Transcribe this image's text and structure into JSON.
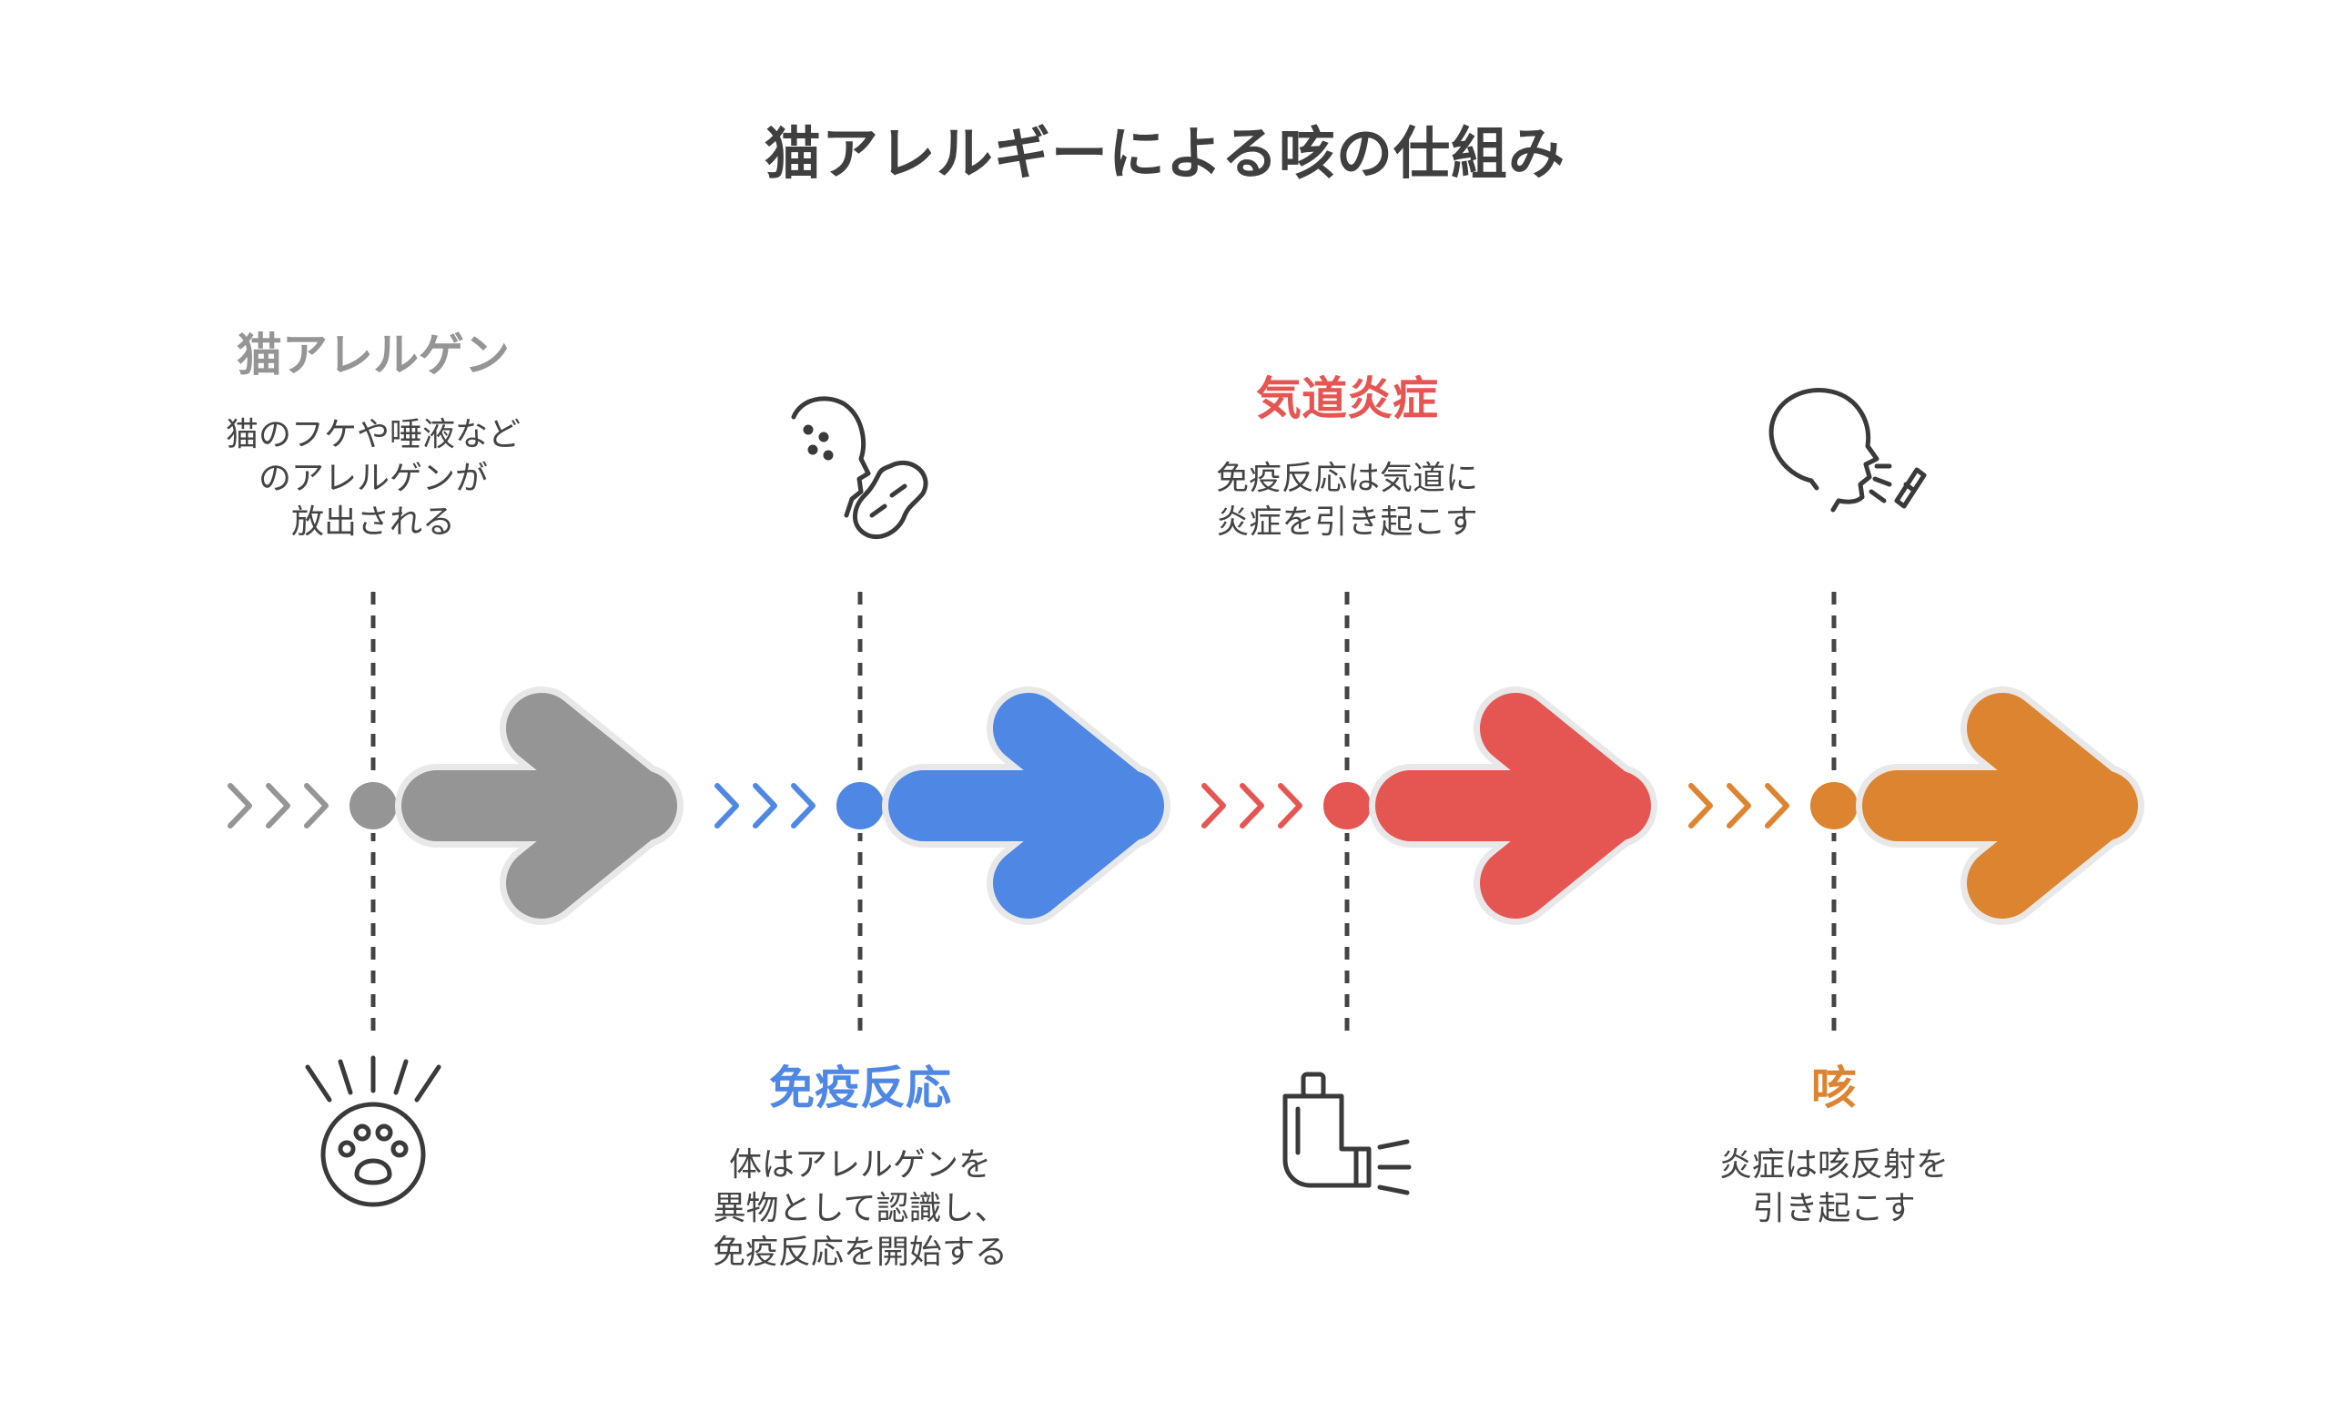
{
  "title": "猫アレルギーによる咳の仕組み",
  "steps": [
    {
      "title": "猫アレルゲン",
      "description": "猫のフケや唾液など\nのアレルゲンが\n放出される",
      "color": "#959595",
      "icon": "paw-burst-icon",
      "text_position": "top"
    },
    {
      "title": "免疫反応",
      "description": "体はアレルゲンを\n異物として認識し、\n免疫反応を開始する",
      "color": "#4e88e4",
      "icon": "head-peanut-icon",
      "text_position": "bottom"
    },
    {
      "title": "気道炎症",
      "description": "免疫反応は気道に\n炎症を引き起こす",
      "color": "#e55653",
      "icon": "inhaler-icon",
      "text_position": "top"
    },
    {
      "title": "咳",
      "description": "炎症は咳反射を\n引き起こす",
      "color": "#dd8431",
      "icon": "cough-spray-icon",
      "text_position": "bottom"
    }
  ],
  "colors": {
    "title": "#3f3f3f",
    "text": "#444444",
    "icon_stroke": "#3a3a3a",
    "connector": "#444444"
  }
}
